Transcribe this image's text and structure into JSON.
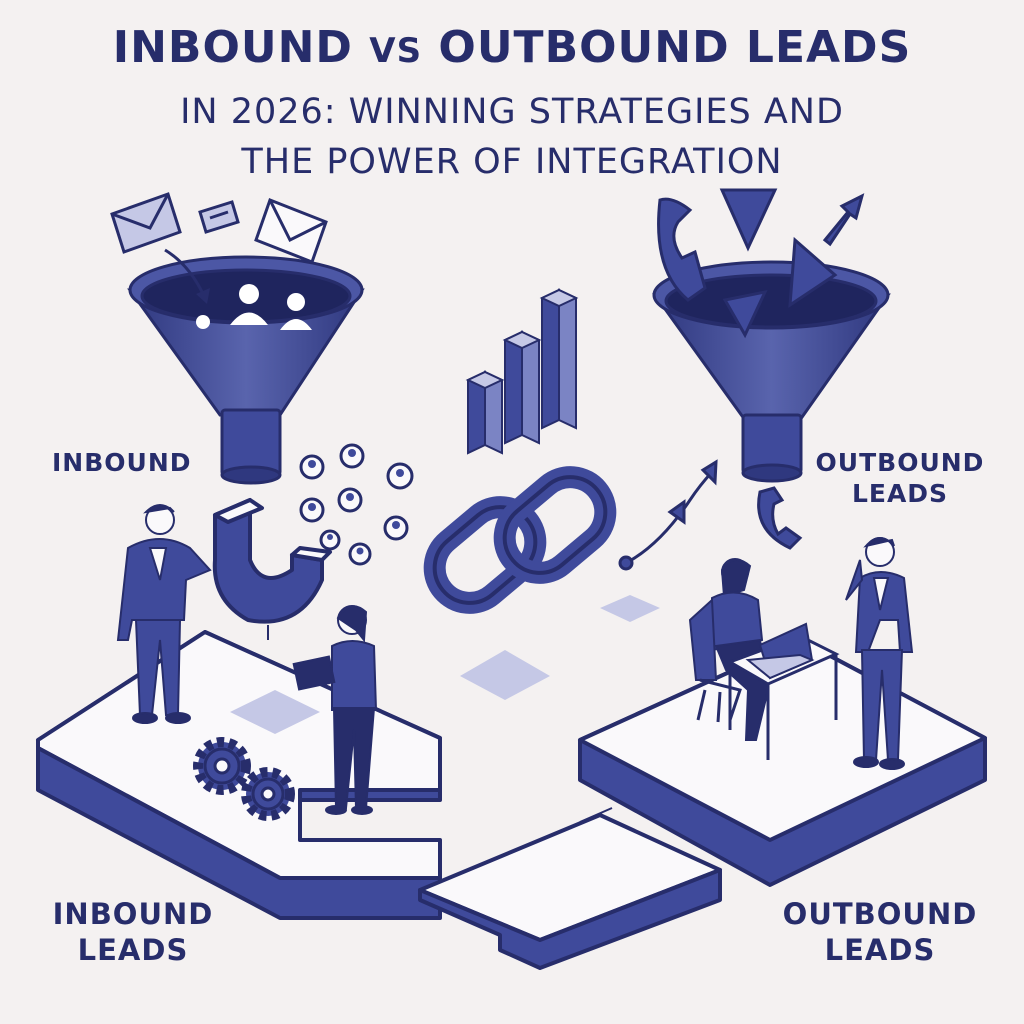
{
  "title": {
    "line1_part1": "INBOUND",
    "line1_vs": "vs",
    "line1_part2": "OUTBOUND LEADS",
    "line2": "IN 2026: WINNING STRATEGIES AND",
    "line3": "THE POWER OF INTEGRATION"
  },
  "labels": {
    "inbound_top": "INBOUND",
    "outbound_top_line1": "OUTBOUND",
    "outbound_top_line2": "LEADS",
    "inbound_bottom_line1": "INBOUND",
    "inbound_bottom_line2": "LEADS",
    "outbound_bottom_line1": "OUTBOUND",
    "outbound_bottom_line2": "LEADS"
  },
  "icons": [
    "envelope-icon",
    "funnel-icon",
    "people-icon",
    "magnet-icon",
    "gear-icon",
    "chain-link-icon",
    "bar-chart-icon",
    "phone-icon",
    "arrow-icon",
    "laptop-icon",
    "businessman-icon",
    "businesswoman-icon"
  ],
  "colors": {
    "primary": "#3f4a9b",
    "dark": "#272d6b",
    "light": "#c5c8e6",
    "background": "#f4f1f1"
  }
}
